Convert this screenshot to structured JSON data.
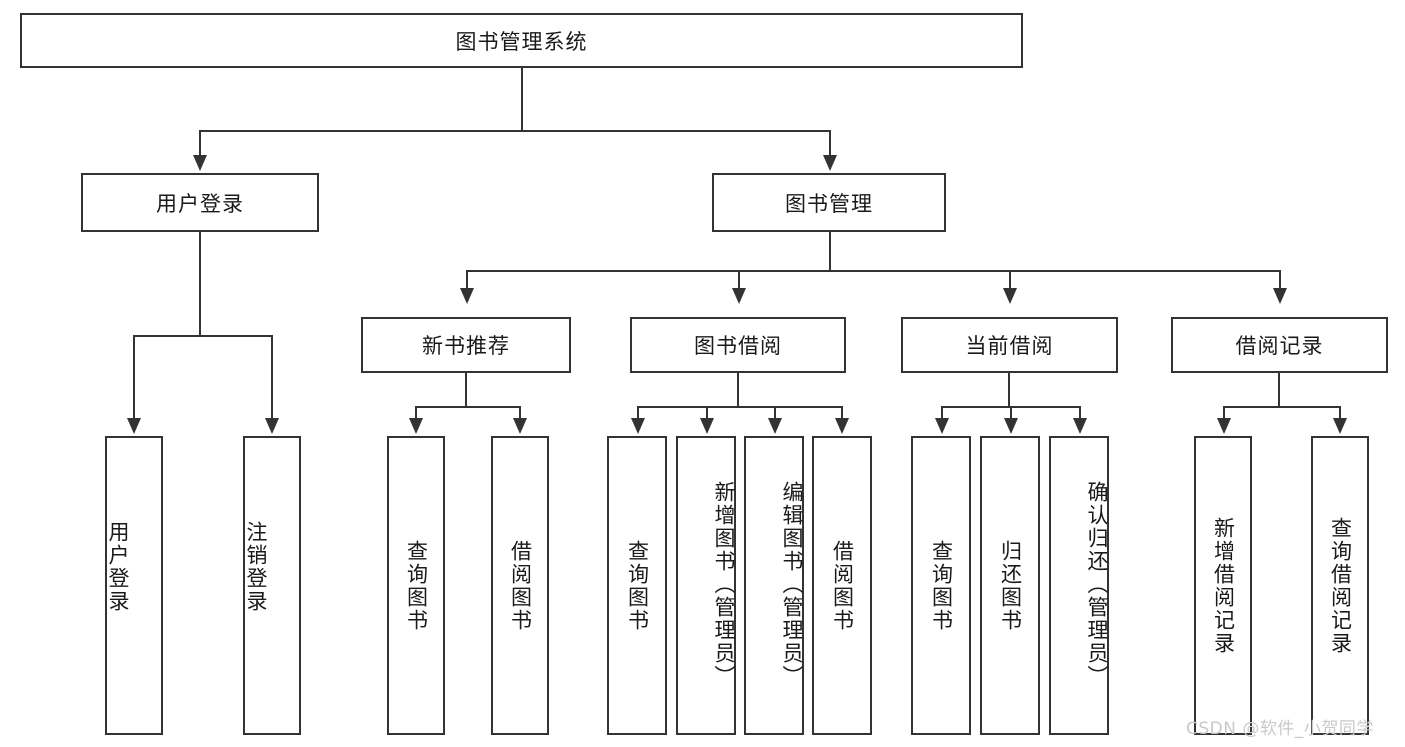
{
  "diagram": {
    "type": "tree-hierarchy-chart",
    "title": "图书管理系统",
    "root": {
      "id": "root",
      "label": "图书管理系统",
      "level": 0
    },
    "level1": [
      {
        "id": "user-login",
        "label": "用户登录"
      },
      {
        "id": "book-management",
        "label": "图书管理"
      }
    ],
    "level2": [
      {
        "id": "new-book-recommend",
        "label": "新书推荐",
        "parent": "book-management"
      },
      {
        "id": "book-borrow",
        "label": "图书借阅",
        "parent": "book-management"
      },
      {
        "id": "current-borrow",
        "label": "当前借阅",
        "parent": "book-management"
      },
      {
        "id": "borrow-record",
        "label": "借阅记录",
        "parent": "book-management"
      }
    ],
    "leaves": {
      "user_login": [
        {
          "id": "leaf-user-login",
          "label": "用户登录"
        },
        {
          "id": "leaf-logout",
          "label": "注销登录"
        }
      ],
      "new_book_recommend": [
        {
          "id": "leaf-query-book-1",
          "label": "查询图书"
        },
        {
          "id": "leaf-borrow-book-1",
          "label": "借阅图书"
        }
      ],
      "book_borrow": [
        {
          "id": "leaf-query-book-2",
          "label": "查询图书"
        },
        {
          "id": "leaf-add-book",
          "label": "新增图书（管理员）"
        },
        {
          "id": "leaf-edit-book",
          "label": "编辑图书（管理员）"
        },
        {
          "id": "leaf-borrow-book-2",
          "label": "借阅图书"
        }
      ],
      "current_borrow": [
        {
          "id": "leaf-query-book-3",
          "label": "查询图书"
        },
        {
          "id": "leaf-return-book",
          "label": "归还图书"
        },
        {
          "id": "leaf-confirm-return",
          "label": "确认归还（管理员）"
        }
      ],
      "borrow_record": [
        {
          "id": "leaf-add-record",
          "label": "新增借阅记录"
        },
        {
          "id": "leaf-query-record",
          "label": "查询借阅记录"
        }
      ]
    }
  },
  "watermark": {
    "text": "CSDN @软件_小贺同学"
  },
  "colors": {
    "border": "#333333",
    "background": "#ffffff",
    "text": "#1a1a1a",
    "watermark": "#c9c9c9"
  }
}
